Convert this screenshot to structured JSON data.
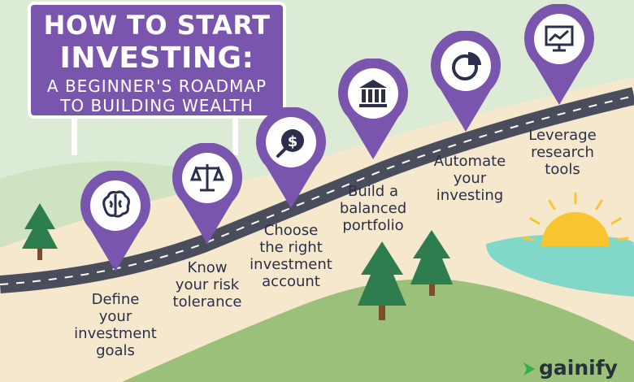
{
  "header": {
    "title_line1": "HOW TO START",
    "title_line2": "INVESTING:",
    "subtitle_line1": "A BEGINNER'S ROADMAP",
    "subtitle_line2": "TO BUILDING WEALTH"
  },
  "steps": [
    {
      "icon": "brain-icon",
      "lines": [
        "Define",
        "your",
        "investment",
        "goals"
      ]
    },
    {
      "icon": "scales-icon",
      "lines": [
        "Know",
        "your risk",
        "tolerance"
      ]
    },
    {
      "icon": "dollar-search-icon",
      "lines": [
        "Choose",
        "the right",
        "investment",
        "account"
      ]
    },
    {
      "icon": "bank-icon",
      "lines": [
        "Build a",
        "balanced",
        "portfolio"
      ]
    },
    {
      "icon": "pie-chart-icon",
      "lines": [
        "Automate",
        "your",
        "investing"
      ]
    },
    {
      "icon": "monitor-chart-icon",
      "lines": [
        "Leverage",
        "research",
        "tools"
      ]
    }
  ],
  "brand": {
    "name": "gainify",
    "color": "#2bb34a"
  },
  "colors": {
    "purple": "#7a55ad",
    "road": "#4a4e5c",
    "sky": "#dcebd5",
    "hill": "#9bc07a",
    "sand": "#f5e8cd",
    "water": "#82d8c8",
    "sun": "#f8c531"
  }
}
